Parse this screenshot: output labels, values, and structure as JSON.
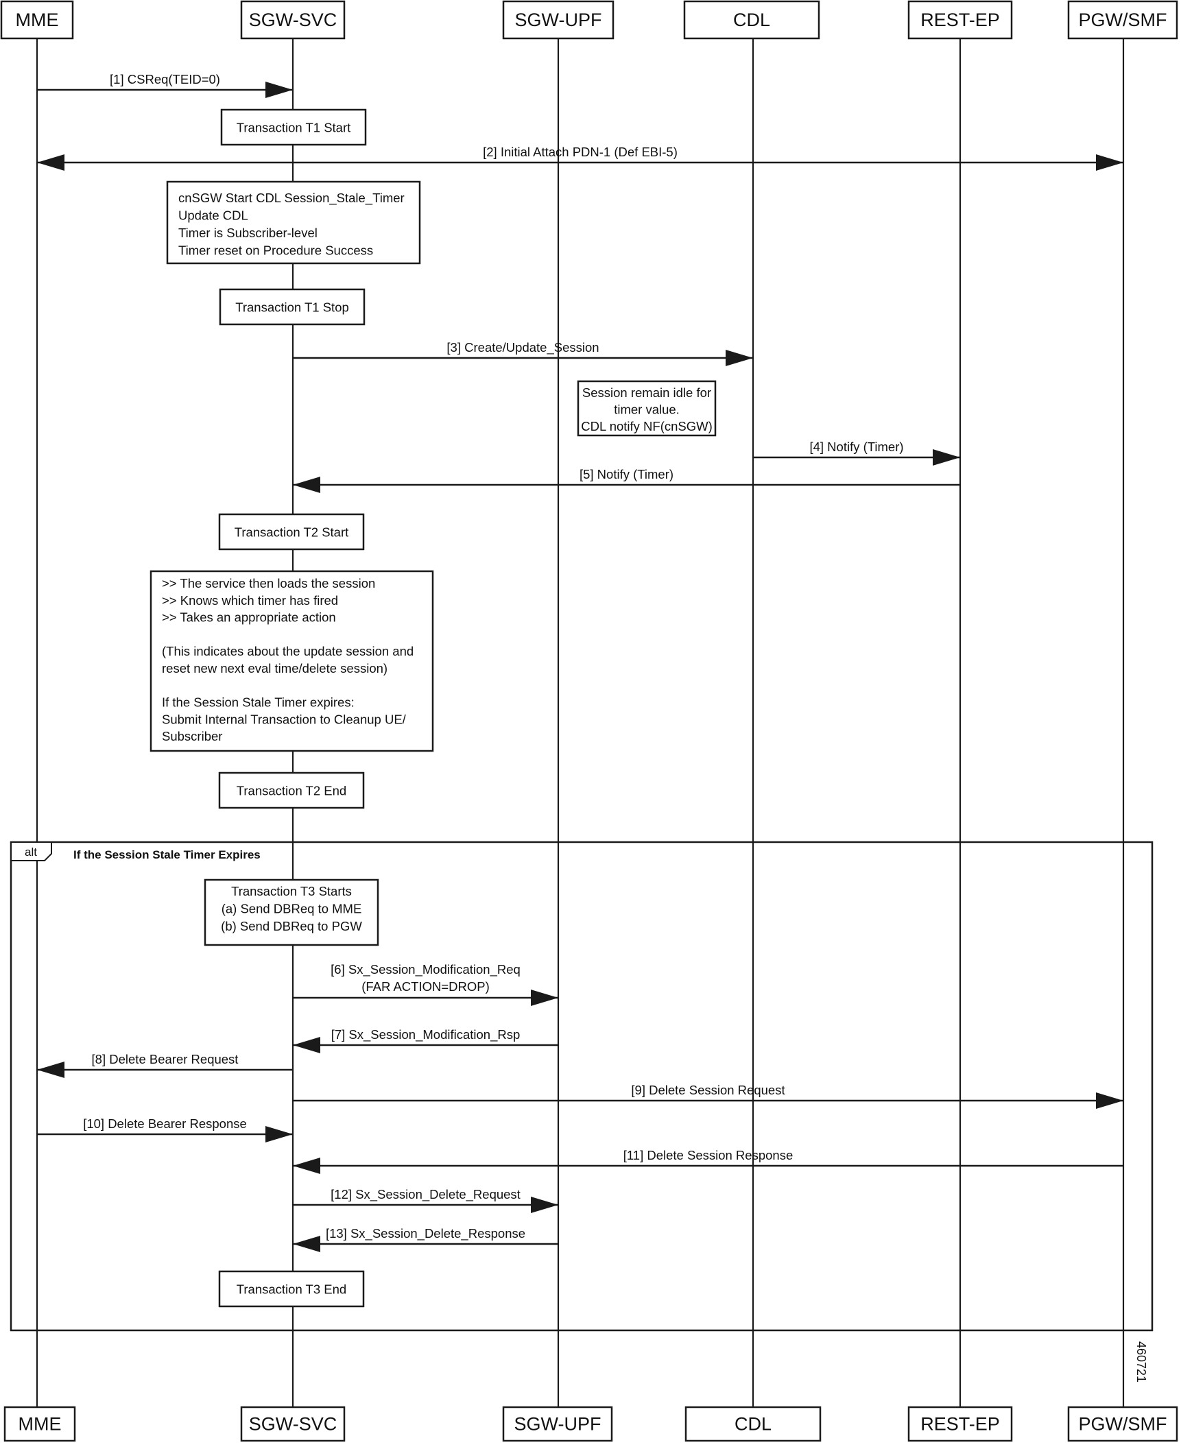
{
  "participants": [
    {
      "id": "mme",
      "label": "MME"
    },
    {
      "id": "sgw_svc",
      "label": "SGW-SVC"
    },
    {
      "id": "sgw_upf",
      "label": "SGW-UPF"
    },
    {
      "id": "cdl",
      "label": "CDL"
    },
    {
      "id": "rest_ep",
      "label": "REST-EP"
    },
    {
      "id": "pgw_smf",
      "label": "PGW/SMF"
    }
  ],
  "messages": [
    {
      "id": "m1",
      "from": "mme",
      "to": "sgw_svc",
      "label": "[1] CSReq(TEID=0)"
    },
    {
      "id": "m2",
      "from": "pgw_smf",
      "to": "mme",
      "bidirectional": true,
      "label": "[2] Initial Attach PDN-1 (Def EBI-5)"
    },
    {
      "id": "m3",
      "from": "sgw_svc",
      "to": "cdl",
      "label": "[3] Create/Update_Session"
    },
    {
      "id": "m4",
      "from": "cdl",
      "to": "rest_ep",
      "label": "[4] Notify (Timer)"
    },
    {
      "id": "m5",
      "from": "rest_ep",
      "to": "sgw_svc",
      "label": "[5] Notify (Timer)"
    },
    {
      "id": "m6",
      "from": "sgw_svc",
      "to": "sgw_upf",
      "label": "[6] Sx_Session_Modification_Req",
      "label2": "(FAR ACTION=DROP)"
    },
    {
      "id": "m7",
      "from": "sgw_upf",
      "to": "sgw_svc",
      "label": "[7] Sx_Session_Modification_Rsp"
    },
    {
      "id": "m8",
      "from": "sgw_svc",
      "to": "mme",
      "label": "[8] Delete Bearer Request"
    },
    {
      "id": "m9",
      "from": "sgw_svc",
      "to": "pgw_smf",
      "label": "[9] Delete Session Request"
    },
    {
      "id": "m10",
      "from": "mme",
      "to": "sgw_svc",
      "label": "[10] Delete Bearer Response"
    },
    {
      "id": "m11",
      "from": "pgw_smf",
      "to": "sgw_svc",
      "label": "[11] Delete Session Response"
    },
    {
      "id": "m12",
      "from": "sgw_svc",
      "to": "sgw_upf",
      "label": "[12] Sx_Session_Delete_Request"
    },
    {
      "id": "m13",
      "from": "sgw_upf",
      "to": "sgw_svc",
      "label": "[13] Sx_Session_Delete_Response"
    }
  ],
  "notes": [
    {
      "id": "t1_start",
      "lines": [
        "Transaction T1 Start"
      ]
    },
    {
      "id": "cdl_timer",
      "lines": [
        "cnSGW Start CDL Session_Stale_Timer",
        "Update CDL",
        "Timer is Subscriber-level",
        "Timer reset on Procedure Success"
      ]
    },
    {
      "id": "t1_stop",
      "lines": [
        "Transaction T1 Stop"
      ]
    },
    {
      "id": "session_idle",
      "lines": [
        "Session remain idle for",
        "timer value.",
        "CDL notify NF(cnSGW)"
      ]
    },
    {
      "id": "t2_start",
      "lines": [
        "Transaction T2 Start"
      ]
    },
    {
      "id": "service_action",
      "lines": [
        ">> The service then loads the session",
        ">> Knows which timer has fired",
        ">> Takes an appropriate action",
        "",
        "(This indicates about the update session and",
        "reset new next eval time/delete session)",
        "",
        "If the Session Stale Timer expires:",
        "Submit Internal Transaction to Cleanup UE/",
        "Subscriber"
      ]
    },
    {
      "id": "t2_end",
      "lines": [
        "Transaction T2 End"
      ]
    },
    {
      "id": "t3_starts",
      "lines": [
        "Transaction T3 Starts",
        "(a) Send DBReq to MME",
        "(b) Send DBReq to PGW"
      ]
    },
    {
      "id": "t3_end",
      "lines": [
        "Transaction T3 End"
      ]
    }
  ],
  "alt": {
    "tag": "alt",
    "condition": "If the Session Stale Timer Expires"
  },
  "figure_id": "460721",
  "colors": {
    "line": "#1a1a1a",
    "background": "#ffffff",
    "text": "#111111"
  }
}
